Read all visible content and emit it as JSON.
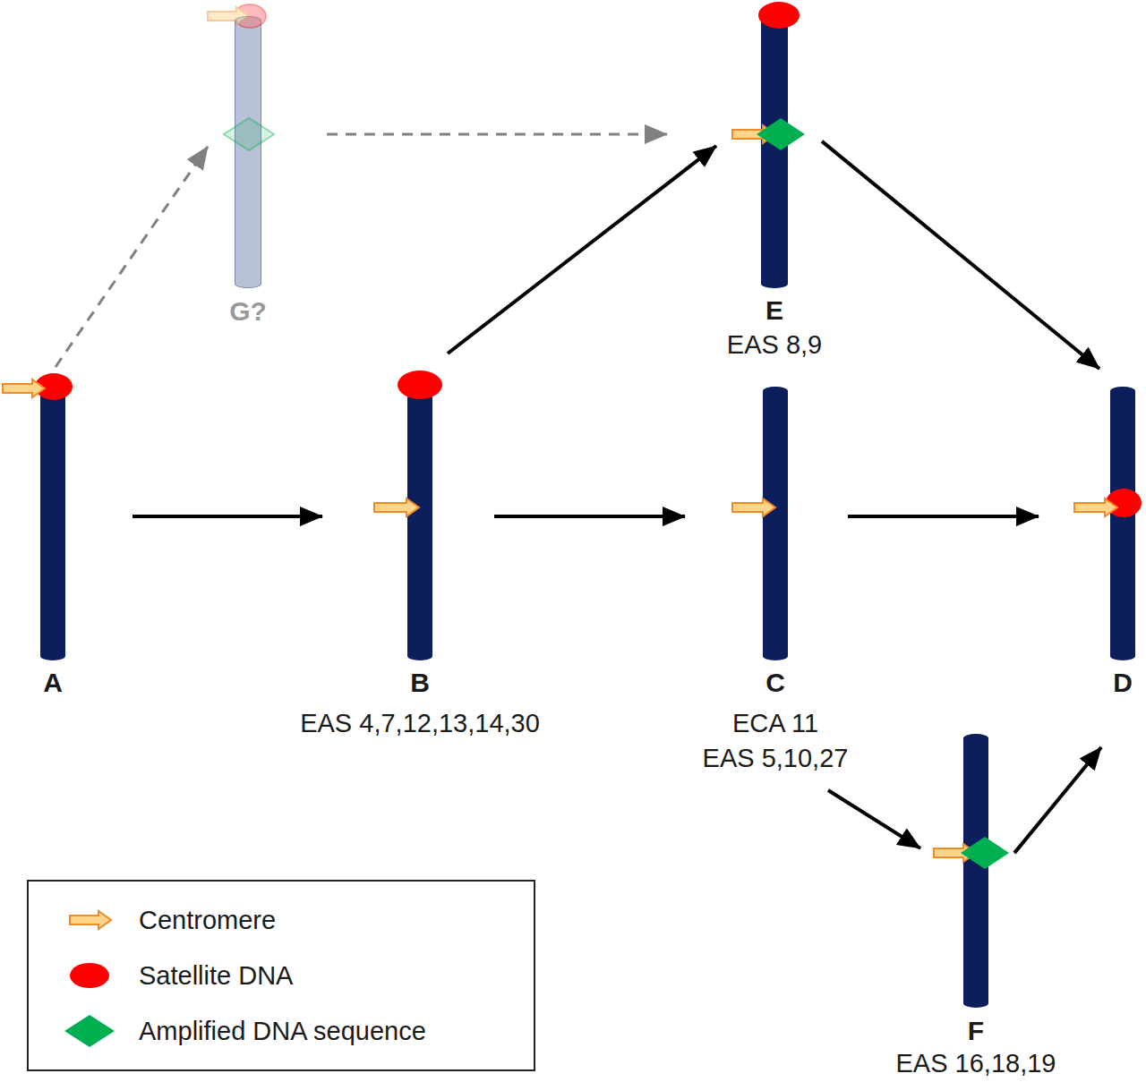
{
  "diagram": {
    "nodes": [
      {
        "text": [
          "A"
        ]
      },
      {
        "text": [
          "G?"
        ]
      },
      {
        "text": [
          "B",
          "EAS 4,7,12,13,14,30"
        ]
      },
      {
        "text": [
          "E",
          "EAS 8,9"
        ]
      },
      {
        "text": [
          "C",
          "ECA 11",
          "EAS 5,10,27"
        ]
      },
      {
        "text": [
          "D"
        ]
      },
      {
        "text": [
          "F",
          "EAS 16,18,19"
        ]
      }
    ],
    "edges": [
      {
        "from": 0,
        "to": 2,
        "arrow": "to"
      },
      {
        "from": 2,
        "to": 4,
        "arrow": "to"
      },
      {
        "from": 4,
        "to": 5,
        "arrow": "to"
      },
      {
        "from": 2,
        "to": 3,
        "arrow": "to"
      },
      {
        "from": 3,
        "to": 5,
        "arrow": "to"
      },
      {
        "from": 4,
        "to": 6,
        "arrow": "to"
      },
      {
        "from": 6,
        "to": 5,
        "arrow": "to"
      },
      {
        "from": 0,
        "to": 1,
        "arrow": "to"
      },
      {
        "from": 1,
        "to": 3,
        "arrow": "to"
      }
    ],
    "legend": [
      {
        "text": "Centromere"
      },
      {
        "text": "Satellite DNA",
        "color": "#ff0000"
      },
      {
        "text": "Amplified DNA sequence",
        "color": "#00b050"
      }
    ]
  }
}
